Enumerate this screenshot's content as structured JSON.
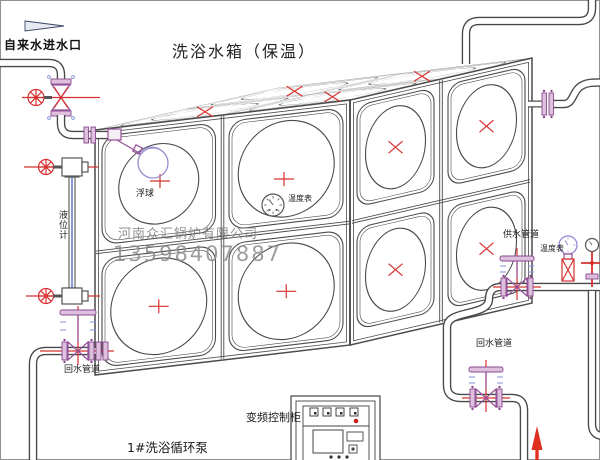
{
  "title": "洗浴水箱（保温）",
  "labels": {
    "inlet": "自来水进水口",
    "float": "浮球",
    "level_gauge": "液位计",
    "temp_front": "温度表",
    "temp_right": "温度表",
    "supply": "供水管道",
    "return_left": "回水管道",
    "return_right": "回水管道",
    "cabinet": "变频控制柜",
    "pump": "1#洗浴循环泵"
  },
  "watermark": {
    "company": "河南众汇锅炉有限公司",
    "phone": "13598407887"
  },
  "colors": {
    "line": "#4a4a4a",
    "red": "#d7302f",
    "purple": "#94519a",
    "blue": "#8193d8",
    "watermark_gray": "#8d8d8d"
  }
}
